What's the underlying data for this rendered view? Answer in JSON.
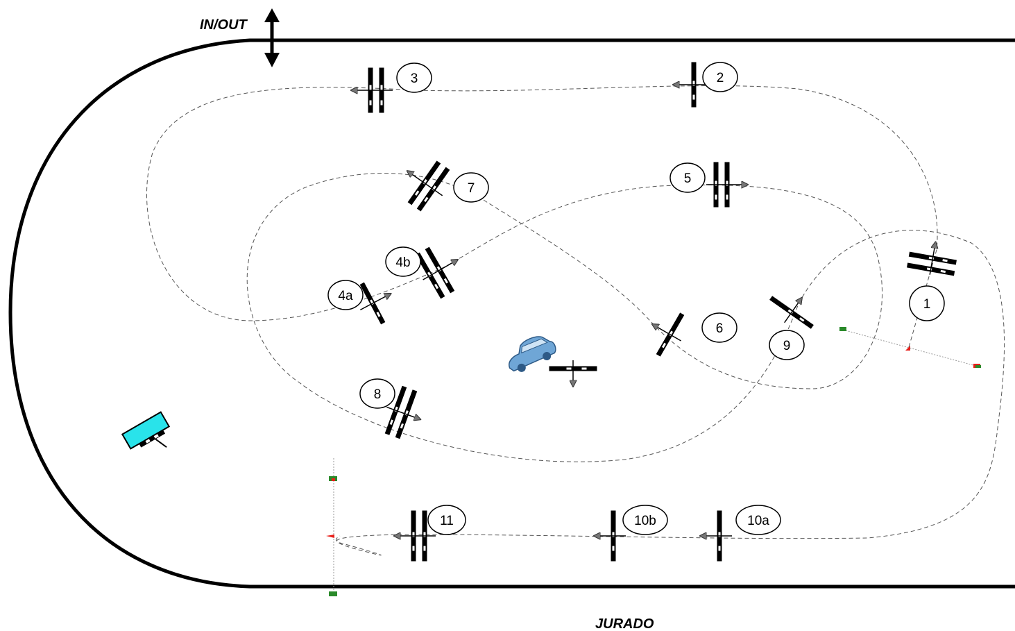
{
  "entrance_label": "IN/OUT",
  "judges_label": "JURADO",
  "obstacles": [
    {
      "id": "1",
      "label": "1"
    },
    {
      "id": "2",
      "label": "2"
    },
    {
      "id": "3",
      "label": "3"
    },
    {
      "id": "4a",
      "label": "4a"
    },
    {
      "id": "4b",
      "label": "4b"
    },
    {
      "id": "5",
      "label": "5"
    },
    {
      "id": "6",
      "label": "6"
    },
    {
      "id": "7",
      "label": "7"
    },
    {
      "id": "8",
      "label": "8"
    },
    {
      "id": "9",
      "label": "9"
    },
    {
      "id": "10a",
      "label": "10a"
    },
    {
      "id": "10b",
      "label": "10b"
    },
    {
      "id": "11",
      "label": "11"
    }
  ],
  "colors": {
    "arena_line": "#000000",
    "path_line": "#555555",
    "flag_red": "#e8201b",
    "flag_green": "#2a8a2a",
    "trailer": "#29e3ea",
    "car": "#6fa6d6"
  }
}
